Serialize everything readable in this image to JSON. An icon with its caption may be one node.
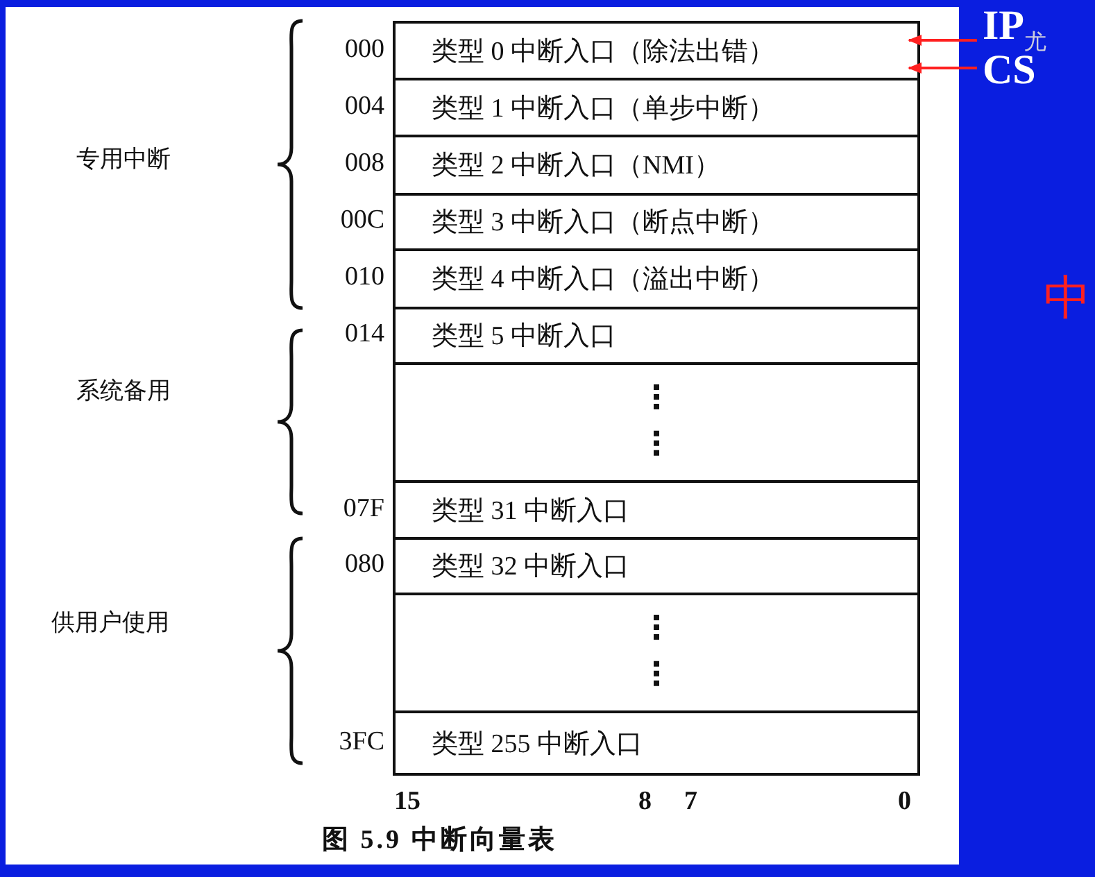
{
  "diagram": {
    "caption": "图 5.9 中断向量表",
    "nodes": [
      {
        "text": [
          "类型 0 中断入口（除法出错）"
        ],
        "beside": [
          "000"
        ]
      },
      {
        "text": [
          "类型 1 中断入口（单步中断）"
        ],
        "beside": [
          "004"
        ]
      },
      {
        "text": [
          "类型 2 中断入口（NMI）"
        ],
        "beside": [
          "008"
        ]
      },
      {
        "text": [
          "类型 3 中断入口（断点中断）"
        ],
        "beside": [
          "00C"
        ]
      },
      {
        "text": [
          "类型 4 中断入口（溢出中断）"
        ],
        "beside": [
          "010"
        ]
      },
      {
        "text": [
          "类型 5 中断入口"
        ],
        "beside": [
          "014"
        ]
      },
      {
        "text": [],
        "shape": "box"
      },
      {
        "text": [
          "类型 31 中断入口"
        ],
        "beside": [
          "07F"
        ]
      },
      {
        "text": [
          "类型 32 中断入口"
        ],
        "beside": [
          "080"
        ]
      },
      {
        "text": [],
        "shape": "box"
      },
      {
        "text": [
          "类型 255 中断入口"
        ],
        "beside": [
          "3FC"
        ]
      },
      {
        "text": [
          "IP$_{尤}$"
        ]
      },
      {
        "text": [
          "CS"
        ]
      }
    ],
    "edges": [
      {
        "from": 11,
        "to": 0,
        "arrow": "to"
      },
      {
        "from": 12,
        "to": 0,
        "arrow": "to"
      }
    ],
    "labels": [
      "专用中断",
      "系统备用",
      "供用户使用",
      "15",
      "8",
      "7",
      "0",
      "中"
    ]
  }
}
